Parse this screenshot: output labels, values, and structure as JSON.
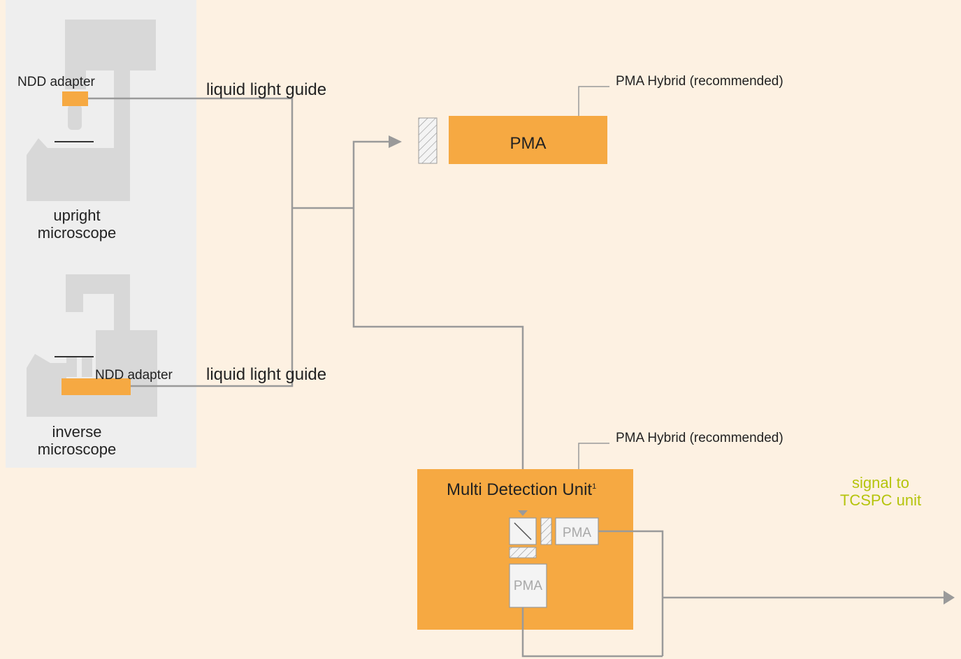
{
  "colors": {
    "background": "#fdf1e2",
    "panel": "#eeeeee",
    "microscope": "#d8d8d8",
    "orange": "#f6a942",
    "line": "#9a9a9a",
    "signal": "#b5c40c"
  },
  "microscopes": {
    "upright": {
      "line1": "upright",
      "line2": "microscope",
      "adapter_label": "NDD adapter"
    },
    "inverse": {
      "line1": "inverse",
      "line2": "microscope",
      "adapter_label": "NDD adapter"
    }
  },
  "light_guides": {
    "upper": "liquid light guide",
    "lower": "liquid light guide"
  },
  "pma": {
    "label": "PMA",
    "hybrid_note": "PMA Hybrid (recommended)"
  },
  "mdu": {
    "title": "Multi Detection Unit",
    "footnote": "1",
    "hybrid_note": "PMA Hybrid (recommended)",
    "detector_right": "PMA",
    "detector_bottom": "PMA"
  },
  "output": {
    "line1": "signal to",
    "line2": "TCSPC unit"
  }
}
